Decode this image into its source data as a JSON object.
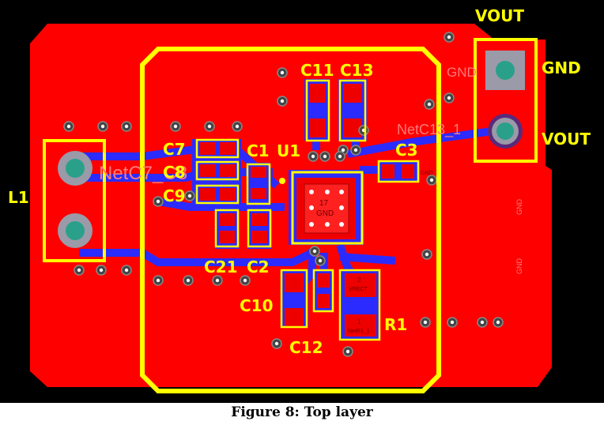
{
  "caption": "Figure 8: Top layer",
  "silkscreen_labels": {
    "vout_top": "VOUT",
    "gnd_right": "GND",
    "vout_right": "VOUT",
    "l1": "L1",
    "c7": "C7",
    "c8": "C8",
    "c9": "C9",
    "c1": "C1",
    "u1": "U1",
    "c11": "C11",
    "c13": "C13",
    "c3": "C3",
    "c21": "C21",
    "c2": "C2",
    "c10": "C10",
    "c12": "C12",
    "r1": "R1"
  },
  "net_labels": {
    "net_c7": "NetC7_C8",
    "net_c13": "NetC13_1",
    "gnd_header": "GND",
    "gnd_side_1": "GND",
    "gnd_side_2": "GND"
  },
  "pad_labels": {
    "u1_center": "17",
    "u1_center_net": "GND",
    "vrect": "VRECT",
    "r1_net": "NetR1_1",
    "r_num_2": "2",
    "r_num_1": "1",
    "gnd_small": "GND"
  },
  "colors": {
    "board_bg": "#000000",
    "copper_top": "#ff0000",
    "copper_bottom": "#2b2bff",
    "silkscreen": "#ffff00",
    "via": "#444444",
    "pad_through": "#2aa08a"
  }
}
